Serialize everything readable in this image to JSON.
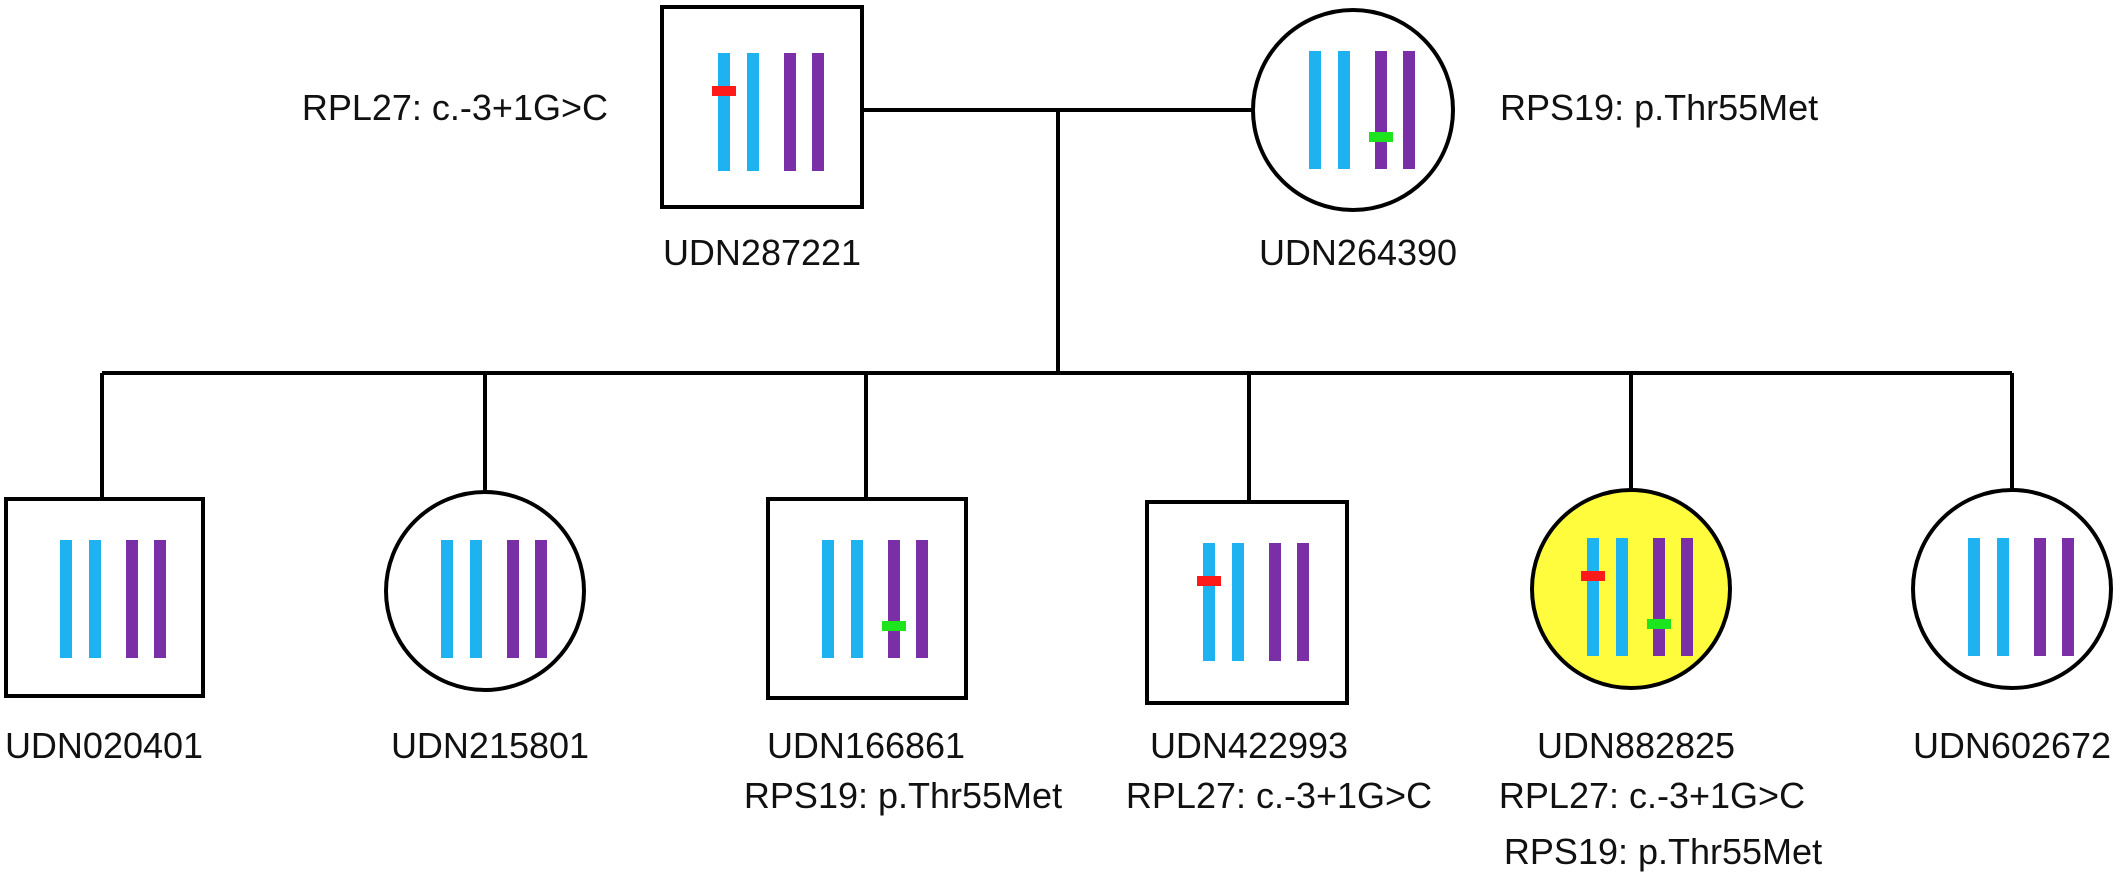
{
  "diagram": {
    "type": "pedigree",
    "colors": {
      "line": "#000000",
      "background": "#ffffff",
      "affected_fill": "#fffc3d",
      "chromosome_pair_1": "#1eb3f0",
      "chromosome_pair_2": "#7b2fa6",
      "variant_rpl27": "#ff1a1a",
      "variant_rps19": "#1de51d"
    },
    "individuals": [
      {
        "key": "father",
        "id": "UDN287221",
        "sex": "male",
        "generation": 1,
        "affected": false,
        "variants": [
          {
            "gene_text": "RPL27: c.-3+1G>C",
            "chromosome": 0
          }
        ]
      },
      {
        "key": "mother",
        "id": "UDN264390",
        "sex": "female",
        "generation": 1,
        "affected": false,
        "variants": [
          {
            "gene_text": "RPS19: p.Thr55Met",
            "chromosome": 2
          }
        ]
      },
      {
        "key": "child1",
        "id": "UDN020401",
        "sex": "male",
        "generation": 2,
        "affected": false,
        "variants": []
      },
      {
        "key": "child2",
        "id": "UDN215801",
        "sex": "female",
        "generation": 2,
        "affected": false,
        "variants": []
      },
      {
        "key": "child3",
        "id": "UDN166861",
        "sex": "male",
        "generation": 2,
        "affected": false,
        "variants": [
          {
            "gene_text": "RPS19: p.Thr55Met",
            "chromosome": 2
          }
        ]
      },
      {
        "key": "child4",
        "id": "UDN422993",
        "sex": "male",
        "generation": 2,
        "affected": false,
        "variants": [
          {
            "gene_text": "RPL27: c.-3+1G>C",
            "chromosome": 0
          }
        ]
      },
      {
        "key": "child5",
        "id": "UDN882825",
        "sex": "female",
        "generation": 2,
        "affected": true,
        "variants": [
          {
            "gene_text": "RPL27: c.-3+1G>C",
            "chromosome": 0
          },
          {
            "gene_text": "RPS19: p.Thr55Met",
            "chromosome": 2
          }
        ]
      },
      {
        "key": "child6",
        "id": "UDN602672",
        "sex": "female",
        "generation": 2,
        "affected": false,
        "variants": []
      }
    ]
  }
}
